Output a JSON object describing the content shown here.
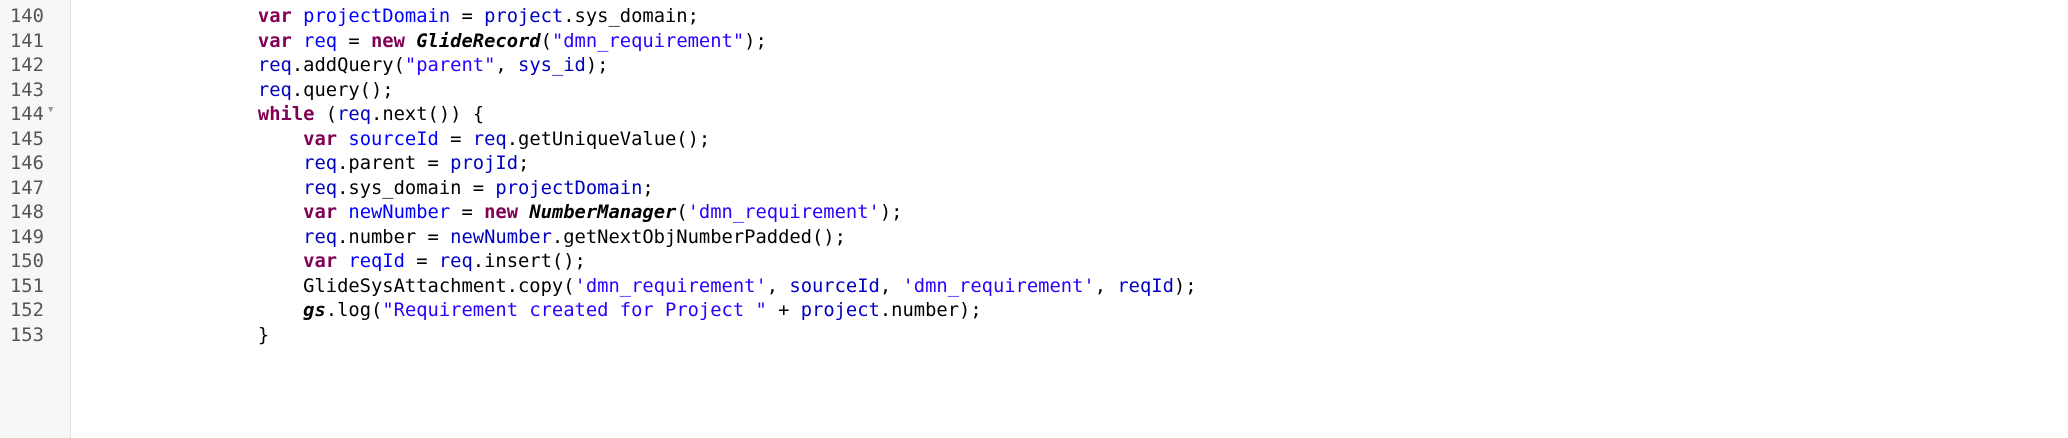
{
  "editor": {
    "fold_icon": "triangle-down",
    "colors": {
      "keyword": "#7f0055",
      "variable": "#0000c0",
      "definition": "#0000ff",
      "string": "#2a00ff",
      "gutter": "#f7f7f7"
    },
    "lines": [
      {
        "number": "140",
        "tokens": [
          [
            "plain",
            "                "
          ],
          [
            "keyword",
            "var"
          ],
          [
            "plain",
            " "
          ],
          [
            "def",
            "projectDomain"
          ],
          [
            "plain",
            " = "
          ],
          [
            "var2",
            "project"
          ],
          [
            "plain",
            ".sys_domain;"
          ]
        ]
      },
      {
        "number": "141",
        "tokens": [
          [
            "plain",
            "                "
          ],
          [
            "keyword",
            "var"
          ],
          [
            "plain",
            " "
          ],
          [
            "def",
            "req"
          ],
          [
            "plain",
            " = "
          ],
          [
            "keyword",
            "new"
          ],
          [
            "plain",
            " "
          ],
          [
            "class",
            "GlideRecord"
          ],
          [
            "plain",
            "("
          ],
          [
            "string",
            "\"dmn_requirement\""
          ],
          [
            "plain",
            ");"
          ]
        ]
      },
      {
        "number": "142",
        "tokens": [
          [
            "plain",
            "                "
          ],
          [
            "var2",
            "req"
          ],
          [
            "plain",
            ".addQuery("
          ],
          [
            "string",
            "\"parent\""
          ],
          [
            "plain",
            ", "
          ],
          [
            "var2",
            "sys_id"
          ],
          [
            "plain",
            ");"
          ]
        ]
      },
      {
        "number": "143",
        "tokens": [
          [
            "plain",
            "                "
          ],
          [
            "var2",
            "req"
          ],
          [
            "plain",
            ".query();"
          ]
        ]
      },
      {
        "number": "144",
        "fold": true,
        "tokens": [
          [
            "plain",
            "                "
          ],
          [
            "keyword",
            "while"
          ],
          [
            "plain",
            " ("
          ],
          [
            "var2",
            "req"
          ],
          [
            "plain",
            ".next()) {"
          ]
        ]
      },
      {
        "number": "145",
        "tokens": [
          [
            "plain",
            "                    "
          ],
          [
            "keyword",
            "var"
          ],
          [
            "plain",
            " "
          ],
          [
            "def",
            "sourceId"
          ],
          [
            "plain",
            " = "
          ],
          [
            "var2",
            "req"
          ],
          [
            "plain",
            ".getUniqueValue();"
          ]
        ]
      },
      {
        "number": "146",
        "tokens": [
          [
            "plain",
            "                    "
          ],
          [
            "var2",
            "req"
          ],
          [
            "plain",
            ".parent = "
          ],
          [
            "var2",
            "projId"
          ],
          [
            "plain",
            ";"
          ]
        ]
      },
      {
        "number": "147",
        "tokens": [
          [
            "plain",
            "                    "
          ],
          [
            "var2",
            "req"
          ],
          [
            "plain",
            ".sys_domain = "
          ],
          [
            "var2",
            "projectDomain"
          ],
          [
            "plain",
            ";"
          ]
        ]
      },
      {
        "number": "148",
        "tokens": [
          [
            "plain",
            "                    "
          ],
          [
            "keyword",
            "var"
          ],
          [
            "plain",
            " "
          ],
          [
            "def",
            "newNumber"
          ],
          [
            "plain",
            " = "
          ],
          [
            "keyword",
            "new"
          ],
          [
            "plain",
            " "
          ],
          [
            "class",
            "NumberManager"
          ],
          [
            "plain",
            "("
          ],
          [
            "string",
            "'dmn_requirement'"
          ],
          [
            "plain",
            ");"
          ]
        ]
      },
      {
        "number": "149",
        "tokens": [
          [
            "plain",
            "                    "
          ],
          [
            "var2",
            "req"
          ],
          [
            "plain",
            ".number = "
          ],
          [
            "var2",
            "newNumber"
          ],
          [
            "plain",
            ".getNextObjNumberPadded();"
          ]
        ]
      },
      {
        "number": "150",
        "tokens": [
          [
            "plain",
            "                    "
          ],
          [
            "keyword",
            "var"
          ],
          [
            "plain",
            " "
          ],
          [
            "def",
            "reqId"
          ],
          [
            "plain",
            " = "
          ],
          [
            "var2",
            "req"
          ],
          [
            "plain",
            ".insert();"
          ]
        ]
      },
      {
        "number": "151",
        "tokens": [
          [
            "plain",
            "                    GlideSysAttachment.copy("
          ],
          [
            "string",
            "'dmn_requirement'"
          ],
          [
            "plain",
            ", "
          ],
          [
            "var2",
            "sourceId"
          ],
          [
            "plain",
            ", "
          ],
          [
            "string",
            "'dmn_requirement'"
          ],
          [
            "plain",
            ", "
          ],
          [
            "var2",
            "reqId"
          ],
          [
            "plain",
            ");"
          ]
        ]
      },
      {
        "number": "152",
        "tokens": [
          [
            "plain",
            "                    "
          ],
          [
            "class",
            "gs"
          ],
          [
            "plain",
            ".log("
          ],
          [
            "string",
            "\"Requirement created for Project \""
          ],
          [
            "plain",
            " + "
          ],
          [
            "var2",
            "project"
          ],
          [
            "plain",
            ".number);"
          ]
        ]
      },
      {
        "number": "153",
        "tokens": [
          [
            "plain",
            "                }"
          ]
        ]
      }
    ]
  }
}
